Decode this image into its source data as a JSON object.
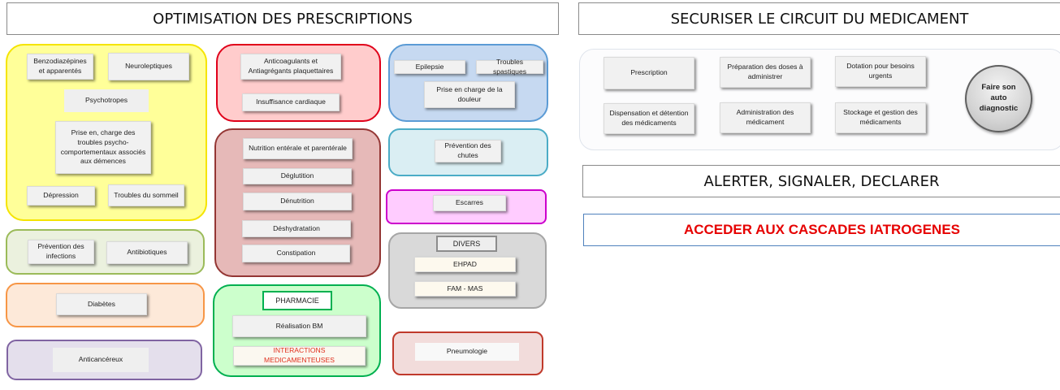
{
  "headers": {
    "optimisation": "OPTIMISATION DES PRESCRIPTIONS",
    "securiser": "SECURISER LE CIRCUIT DU MEDICAMENT",
    "alerter": "ALERTER, SIGNALER, DECLARER",
    "cascades": "ACCEDER AUX CASCADES IATROGENES"
  },
  "yellow_group": {
    "benzodiazepines": "Benzodiazépines et apparentés",
    "neuroleptiques": "Neuroleptiques",
    "psychotropes": "Psychotropes",
    "troubles_psycho": "Prise en, charge des troubles psycho-comportementaux associés aux démences",
    "depression": "Dépression",
    "troubles_sommeil": "Troubles du sommeil"
  },
  "green_group": {
    "prevention_infections": "Prévention des infections",
    "antibiotiques": "Antibiotiques"
  },
  "orange_group": {
    "diabetes": "Diabètes"
  },
  "purple_group": {
    "anticancereux": "Anticancéreux"
  },
  "red_group": {
    "anticoagulants": "Anticoagulants et Antiagrégants plaquettaires",
    "insuffisance": "Insuffisance cardiaque"
  },
  "maroon_group": {
    "nutrition": "Nutrition entérale et parentérale",
    "deglutition": "Déglutition",
    "denutrition": "Dénutrition",
    "deshydratation": "Déshydratation",
    "constipation": "Constipation"
  },
  "pharmacie_group": {
    "pharmacie": "PHARMACIE",
    "realisation": "Réalisation BM",
    "interactions": "INTERACTIONS MEDICAMENTEUSES"
  },
  "blue_group": {
    "epilepsie": "Epilepsie",
    "troubles_spastiques": "Troubles spastiques",
    "douleur": "Prise en charge de la douleur"
  },
  "chutes_group": {
    "chutes": "Prévention des chutes"
  },
  "escarres_group": {
    "escarres": "Escarres"
  },
  "divers_group": {
    "divers": "DIVERS",
    "ehpad": "EHPAD",
    "fam_mas": "FAM - MAS"
  },
  "pneumo_group": {
    "pneumologie": "Pneumologie"
  },
  "circuit": {
    "prescription": "Prescription",
    "preparation": "Préparation des doses à administrer",
    "dotation": "Dotation pour besoins urgents",
    "dispensation": "Dispensation et détention des médicaments",
    "administration": "Administration des médicament",
    "stockage": "Stockage et gestion des médicaments",
    "diagnostic": "Faire son auto diagnostic"
  },
  "colors": {
    "yellow": "#ffff99",
    "yellow_border": "#f5e400",
    "red_accent": "#e60000"
  }
}
